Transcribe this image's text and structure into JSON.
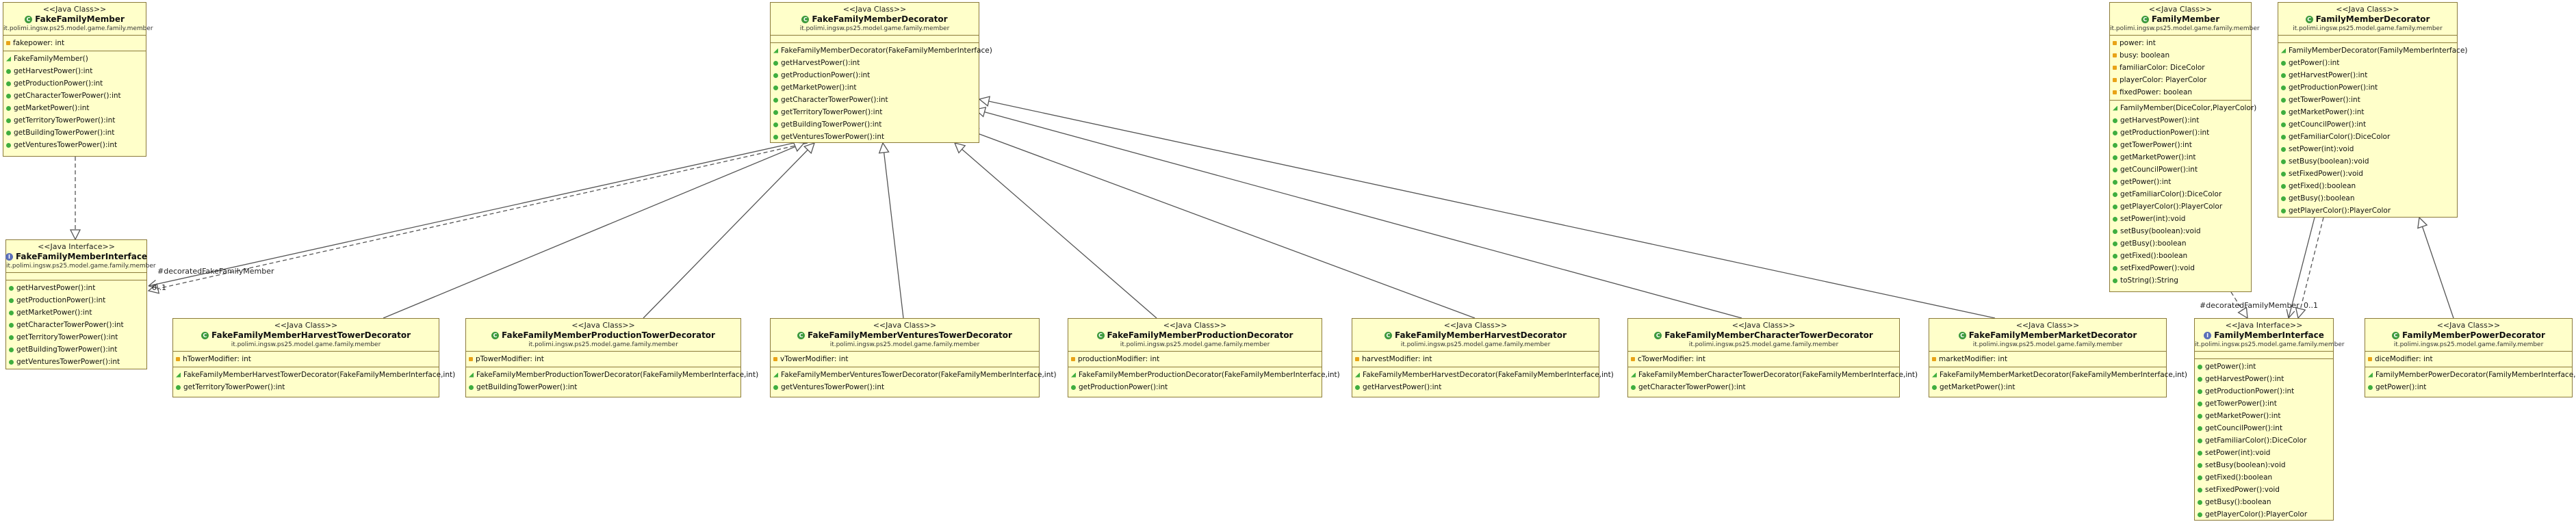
{
  "boxes": {
    "fake_member": {
      "stereotype": "<<Java Class>>",
      "name": "FakeFamilyMember",
      "package": "it.polimi.ingsw.ps25.model.game.family.member",
      "fields": [
        "fakepower: int"
      ],
      "methods": [
        "FakeFamilyMember()",
        "getHarvestPower():int",
        "getProductionPower():int",
        "getCharacterTowerPower():int",
        "getMarketPower():int",
        "getTerritoryTowerPower():int",
        "getBuildingTowerPower():int",
        "getVenturesTowerPower():int"
      ]
    },
    "fake_interface": {
      "stereotype": "<<Java Interface>>",
      "name": "FakeFamilyMemberInterface",
      "package": "it.polimi.ingsw.ps25.model.game.family.member",
      "fields": [],
      "methods": [
        "getHarvestPower():int",
        "getProductionPower():int",
        "getMarketPower():int",
        "getCharacterTowerPower():int",
        "getTerritoryTowerPower():int",
        "getBuildingTowerPower():int",
        "getVenturesTowerPower():int"
      ]
    },
    "fake_decorator": {
      "stereotype": "<<Java Class>>",
      "name": "FakeFamilyMemberDecorator",
      "package": "it.polimi.ingsw.ps25.model.game.family.member",
      "fields": [],
      "methods": [
        "FakeFamilyMemberDecorator(FakeFamilyMemberInterface)",
        "getHarvestPower():int",
        "getProductionPower():int",
        "getMarketPower():int",
        "getCharacterTowerPower():int",
        "getTerritoryTowerPower():int",
        "getBuildingTowerPower():int",
        "getVenturesTowerPower():int"
      ]
    },
    "family_member": {
      "stereotype": "<<Java Class>>",
      "name": "FamilyMember",
      "package": "it.polimi.ingsw.ps25.model.game.family.member",
      "fields": [
        "power: int",
        "busy: boolean",
        "familiarColor: DiceColor",
        "playerColor: PlayerColor",
        "fixedPower: boolean"
      ],
      "methods": [
        "FamilyMember(DiceColor,PlayerColor)",
        "getHarvestPower():int",
        "getProductionPower():int",
        "getTowerPower():int",
        "getMarketPower():int",
        "getCouncilPower():int",
        "getPower():int",
        "getFamiliarColor():DiceColor",
        "getPlayerColor():PlayerColor",
        "setPower(int):void",
        "setBusy(boolean):void",
        "getBusy():boolean",
        "getFixed():boolean",
        "setFixedPower():void",
        "toString():String"
      ]
    },
    "family_decorator": {
      "stereotype": "<<Java Class>>",
      "name": "FamilyMemberDecorator",
      "package": "it.polimi.ingsw.ps25.model.game.family.member",
      "fields": [],
      "methods": [
        "FamilyMemberDecorator(FamilyMemberInterface)",
        "getPower():int",
        "getHarvestPower():int",
        "getProductionPower():int",
        "getTowerPower():int",
        "getMarketPower():int",
        "getCouncilPower():int",
        "getFamiliarColor():DiceColor",
        "setPower(int):void",
        "setBusy(boolean):void",
        "setFixedPower():void",
        "getFixed():boolean",
        "getBusy():boolean",
        "getPlayerColor():PlayerColor"
      ]
    },
    "family_interface": {
      "stereotype": "<<Java Interface>>",
      "name": "FamilyMemberInterface",
      "package": "it.polimi.ingsw.ps25.model.game.family.member",
      "fields": [],
      "methods": [
        "getPower():int",
        "getHarvestPower():int",
        "getProductionPower():int",
        "getTowerPower():int",
        "getMarketPower():int",
        "getCouncilPower():int",
        "getFamiliarColor():DiceColor",
        "setPower(int):void",
        "setBusy(boolean):void",
        "getFixed():boolean",
        "setFixedPower():void",
        "getBusy():boolean",
        "getPlayerColor():PlayerColor"
      ]
    },
    "harvest_tower": {
      "stereotype": "<<Java Class>>",
      "name": "FakeFamilyMemberHarvestTowerDecorator",
      "package": "it.polimi.ingsw.ps25.model.game.family.member",
      "fields": [
        "hTowerModifier: int"
      ],
      "methods": [
        "FakeFamilyMemberHarvestTowerDecorator(FakeFamilyMemberInterface,int)",
        "getTerritoryTowerPower():int"
      ]
    },
    "production_tower": {
      "stereotype": "<<Java Class>>",
      "name": "FakeFamilyMemberProductionTowerDecorator",
      "package": "it.polimi.ingsw.ps25.model.game.family.member",
      "fields": [
        "pTowerModifier: int"
      ],
      "methods": [
        "FakeFamilyMemberProductionTowerDecorator(FakeFamilyMemberInterface,int)",
        "getBuildingTowerPower():int"
      ]
    },
    "ventures_tower": {
      "stereotype": "<<Java Class>>",
      "name": "FakeFamilyMemberVenturesTowerDecorator",
      "package": "it.polimi.ingsw.ps25.model.game.family.member",
      "fields": [
        "vTowerModifier: int"
      ],
      "methods": [
        "FakeFamilyMemberVenturesTowerDecorator(FakeFamilyMemberInterface,int)",
        "getVenturesTowerPower():int"
      ]
    },
    "production": {
      "stereotype": "<<Java Class>>",
      "name": "FakeFamilyMemberProductionDecorator",
      "package": "it.polimi.ingsw.ps25.model.game.family.member",
      "fields": [
        "productionModifier: int"
      ],
      "methods": [
        "FakeFamilyMemberProductionDecorator(FakeFamilyMemberInterface,int)",
        "getProductionPower():int"
      ]
    },
    "harvest": {
      "stereotype": "<<Java Class>>",
      "name": "FakeFamilyMemberHarvestDecorator",
      "package": "it.polimi.ingsw.ps25.model.game.family.member",
      "fields": [
        "harvestModifier: int"
      ],
      "methods": [
        "FakeFamilyMemberHarvestDecorator(FakeFamilyMemberInterface,int)",
        "getHarvestPower():int"
      ]
    },
    "character_tower": {
      "stereotype": "<<Java Class>>",
      "name": "FakeFamilyMemberCharacterTowerDecorator",
      "package": "it.polimi.ingsw.ps25.model.game.family.member",
      "fields": [
        "cTowerModifier: int"
      ],
      "methods": [
        "FakeFamilyMemberCharacterTowerDecorator(FakeFamilyMemberInterface,int)",
        "getCharacterTowerPower():int"
      ]
    },
    "market": {
      "stereotype": "<<Java Class>>",
      "name": "FakeFamilyMemberMarketDecorator",
      "package": "it.polimi.ingsw.ps25.model.game.family.member",
      "fields": [
        "marketModifier: int"
      ],
      "methods": [
        "FakeFamilyMemberMarketDecorator(FakeFamilyMemberInterface,int)",
        "getMarketPower():int"
      ]
    },
    "power_decorator": {
      "stereotype": "<<Java Class>>",
      "name": "FamilyMemberPowerDecorator",
      "package": "it.polimi.ingsw.ps25.model.game.family.member",
      "fields": [
        "diceModifier: int"
      ],
      "methods": [
        "FamilyMemberPowerDecorator(FamilyMemberInterface,int)",
        "getPower():int"
      ]
    }
  },
  "labels": {
    "decorated_fake": "#decoratedFakeFamilyMember",
    "decorated": "#decoratedFamilyMember",
    "mult_zero_one": "0..1"
  },
  "colors": {
    "box_fill": "#ffffca",
    "box_border": "#8b7a3a",
    "edge": "#555555"
  }
}
